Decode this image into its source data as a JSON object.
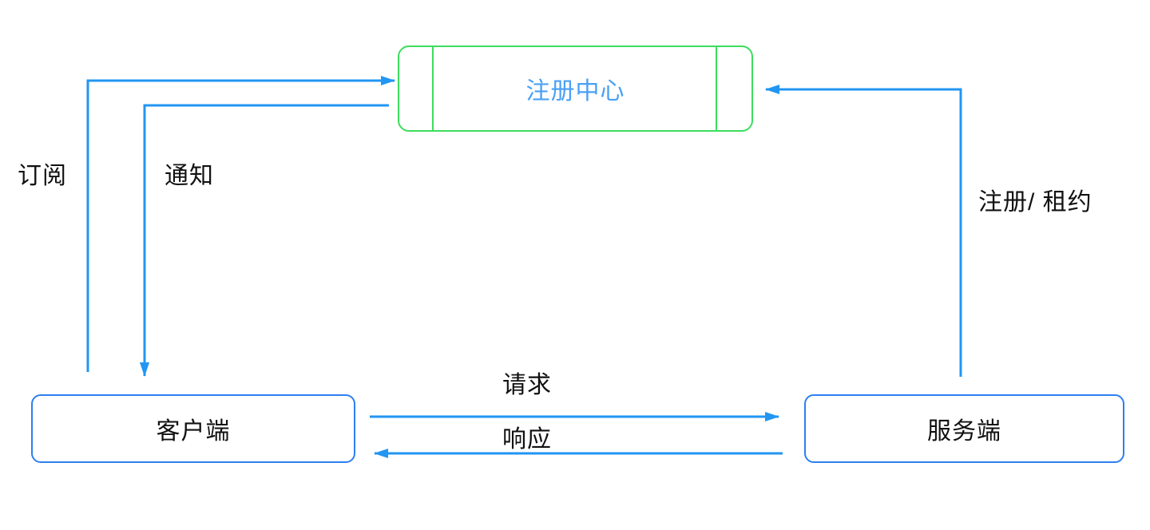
{
  "diagram": {
    "title": "service-registry-architecture",
    "nodes": {
      "registry": {
        "label": "注册中心",
        "shape": "rounded-rect-with-inner-bars",
        "border_color": "#3ddd5e",
        "text_color": "#4aa0f5"
      },
      "client": {
        "label": "客户端",
        "shape": "rounded-rect",
        "border_color": "#2d7ff0",
        "text_color": "#111111"
      },
      "server": {
        "label": "服务端",
        "shape": "rounded-rect",
        "border_color": "#2d7ff0",
        "text_color": "#111111"
      }
    },
    "edges": {
      "subscribe": {
        "label": "订阅",
        "from": "client",
        "to": "registry"
      },
      "notify": {
        "label": "通知",
        "from": "registry",
        "to": "client"
      },
      "register": {
        "label": "注册/ 租约",
        "from": "server",
        "to": "registry"
      },
      "request": {
        "label": "请求",
        "from": "client",
        "to": "server"
      },
      "response": {
        "label": "响应",
        "from": "server",
        "to": "client"
      }
    }
  },
  "colors": {
    "green": "#3ddd5e",
    "blue_arrow": "#2196f3",
    "blue_border": "#2d7ff0",
    "blue_text": "#4aa0f5",
    "label_text": "#111111",
    "bg": "#ffffff"
  }
}
